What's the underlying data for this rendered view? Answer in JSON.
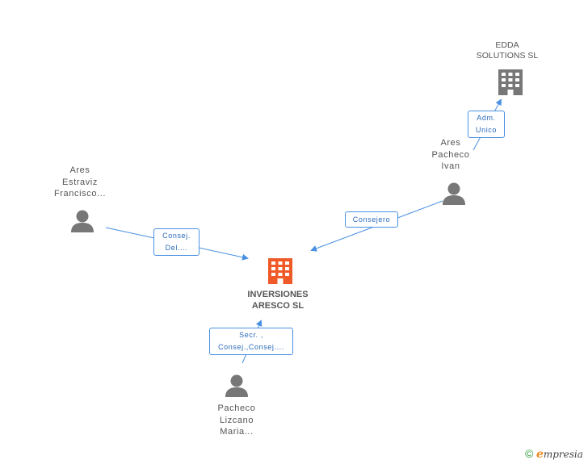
{
  "colors": {
    "edge": "#4a90e2",
    "person": "#777777",
    "company": "#777777",
    "main_company": "#f05a28"
  },
  "nodes": {
    "edda": {
      "lines": [
        "EDDA",
        "SOLUTIONS SL"
      ]
    },
    "ares_pacheco": {
      "lines": [
        "Ares",
        "Pacheco",
        "Ivan"
      ]
    },
    "ares_estraviz": {
      "lines": [
        "Ares",
        "Estraviz",
        "Francisco..."
      ]
    },
    "inversiones": {
      "lines": [
        "INVERSIONES",
        "ARESCO SL"
      ]
    },
    "pacheco_lizcano": {
      "lines": [
        "Pacheco",
        "Lizcano",
        "Maria..."
      ]
    }
  },
  "edges": {
    "adm_unico": {
      "lines": [
        "Adm.",
        "Unico"
      ]
    },
    "consejero": {
      "lines": [
        "Consejero"
      ]
    },
    "consej_del": {
      "lines": [
        "Consej.",
        "Del...."
      ]
    },
    "secr": {
      "lines": [
        "Secr. ,",
        "Consej.,Consej...."
      ]
    }
  },
  "footer": {
    "copyright": "©",
    "brand_initial": "e",
    "brand_rest": "mpresia"
  }
}
